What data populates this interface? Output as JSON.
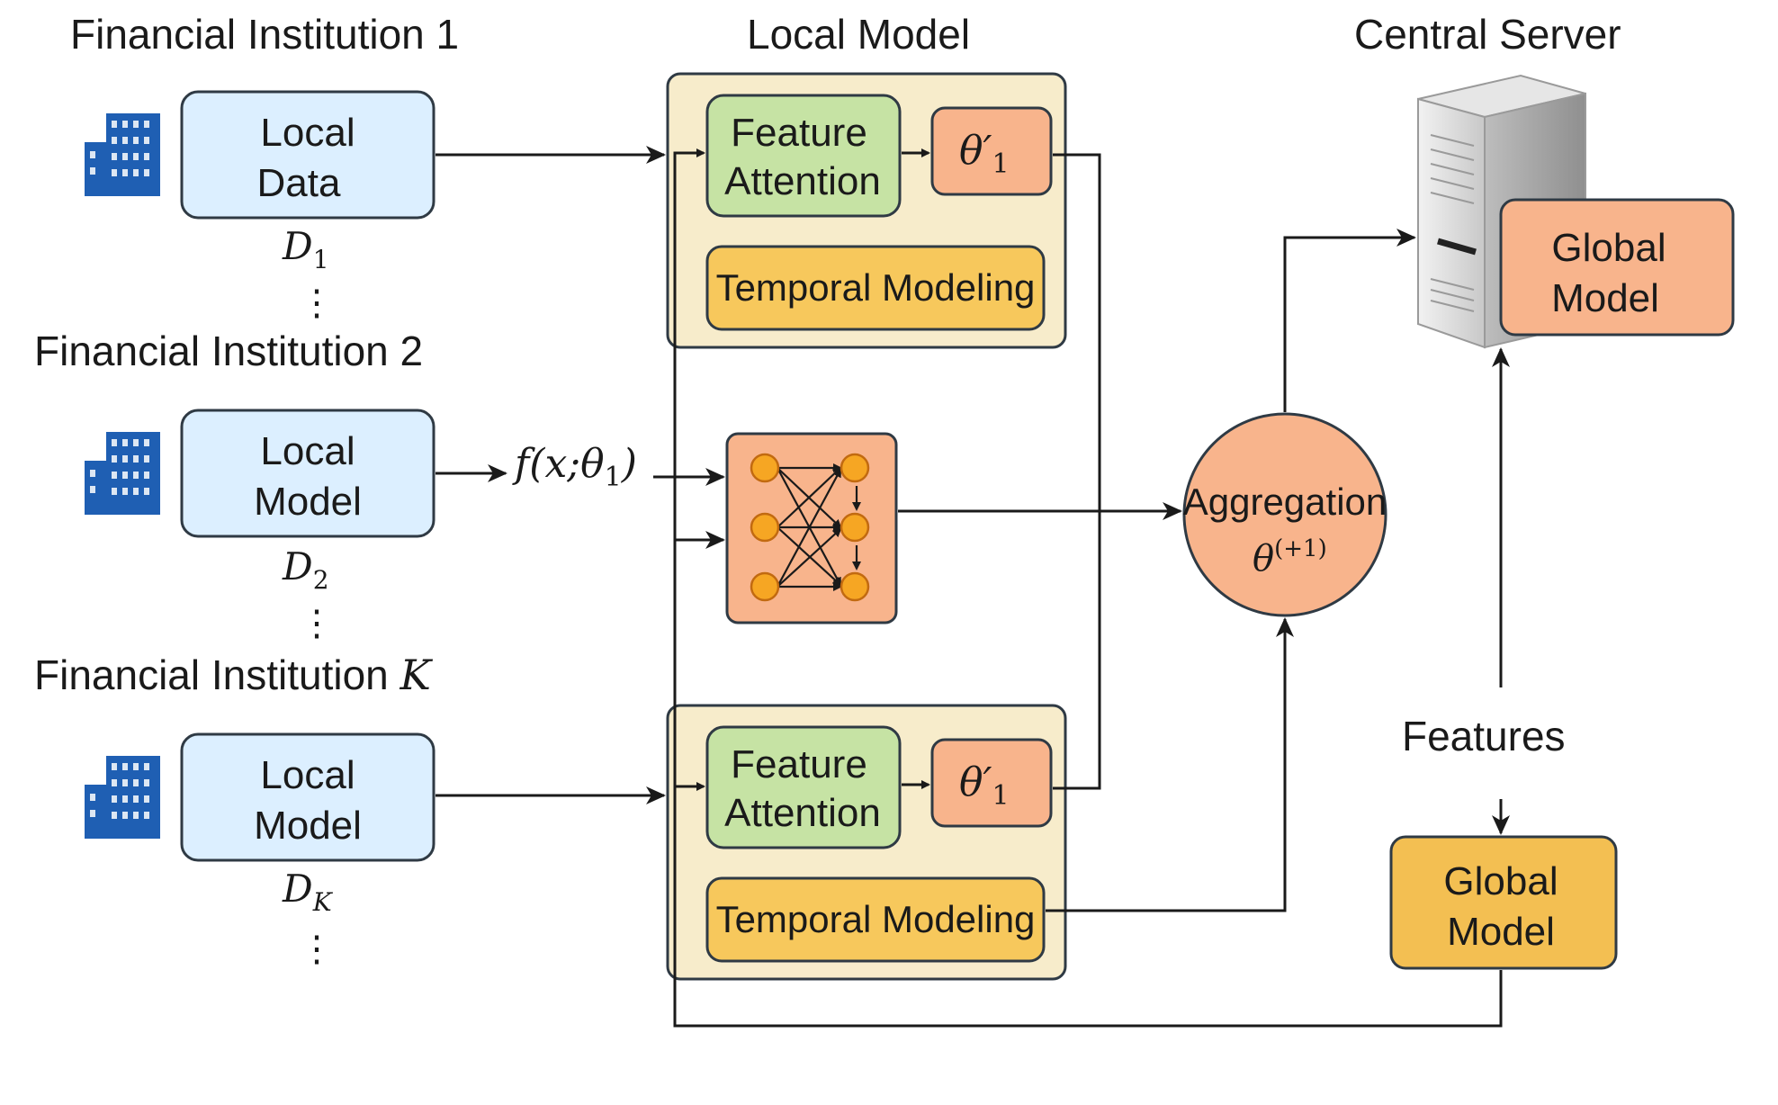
{
  "institutions": [
    {
      "title": "Financial Institution 1",
      "box_line1": "Local",
      "box_line2": "Data",
      "dataset": "D",
      "subscript": "1"
    },
    {
      "title": "Financial Institution 2",
      "box_line1": "Local",
      "box_line2": "Model",
      "dataset": "D",
      "subscript": "2"
    },
    {
      "title": "Financial Institution ",
      "title_var": "K",
      "box_line1": "Local",
      "box_line2": "Model",
      "dataset": "D",
      "subscript": "K"
    }
  ],
  "ellipsis": "⋮",
  "local_model": {
    "title": "Local Model",
    "feature_line1": "Feature",
    "feature_line2": "Attention",
    "temporal": "Temporal Modeling",
    "param": "θ′",
    "param_sub": "1"
  },
  "function_label": "f(x;θ",
  "function_sub": "1",
  "function_close": ")",
  "aggregation": {
    "label": "Aggregation",
    "theta": "θ",
    "theta_sup": "(+1)"
  },
  "central_server": {
    "title": "Central Server",
    "model_line1": "Global",
    "model_line2": "Model"
  },
  "features_label": "Features",
  "global_model_bottom": {
    "line1": "Global",
    "line2": "Model"
  },
  "colors": {
    "local_box": "#dcefff",
    "local_box_border": "#2f3a44",
    "container": "#f7eccb",
    "feature": "#c6e3a4",
    "param": "#f8b48c",
    "temporal": "#f7c85c",
    "aggregation": "#f8b48c",
    "global": "#f8b48c",
    "global_bottom": "#f3bf52",
    "building": "#1f5fb3"
  },
  "icons": [
    "building-icon",
    "neural-network-icon",
    "server-icon"
  ]
}
